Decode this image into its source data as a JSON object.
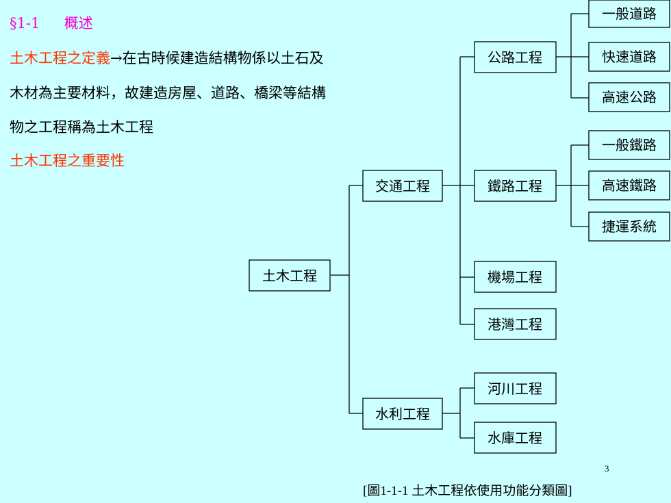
{
  "heading": {
    "number": "§1-1",
    "title": "概述"
  },
  "definition": {
    "term": "土木工程之定義",
    "arrow": "→",
    "line1_rest": "在古時候建造結構物係以土石及",
    "line2": "木材為主要材料，故建造房屋、道路、橋梁等結構",
    "line3": "物之工程稱為土木工程"
  },
  "importance": "土木工程之重要性",
  "tree": {
    "root": "土木工程",
    "level1": [
      "交通工程",
      "水利工程"
    ],
    "transport": [
      "公路工程",
      "鐵路工程",
      "機場工程",
      "港灣工程"
    ],
    "water": [
      "河川工程",
      "水庫工程"
    ],
    "highway": [
      "一般道路",
      "快速道路",
      "高速公路"
    ],
    "railway": [
      "一般鐵路",
      "高速鐵路",
      "捷運系統"
    ]
  },
  "page_number": "3",
  "caption": "[圖1-1-1  土木工程依使用功能分類圖]"
}
